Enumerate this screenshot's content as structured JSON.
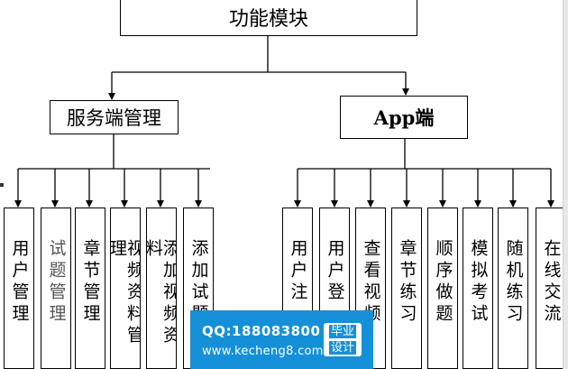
{
  "root": {
    "label": "功能模块"
  },
  "groups": [
    {
      "label": "服务端管理",
      "children": [
        "用户管理",
        "试题管理",
        "章节管理",
        "视频资料管理",
        "添加视频资料",
        "添加试题"
      ]
    },
    {
      "label": "App端",
      "children": [
        "用户注",
        "用户登",
        "查看视频",
        "章节练习",
        "顺序做题",
        "模拟考试",
        "随机练习",
        "在线交流"
      ]
    }
  ],
  "watermark": {
    "qq": "QQ:188083800",
    "url": "www.kecheng8.com",
    "badge_line1": "毕业",
    "badge_line2": "设计",
    "color": "#1590d8"
  }
}
